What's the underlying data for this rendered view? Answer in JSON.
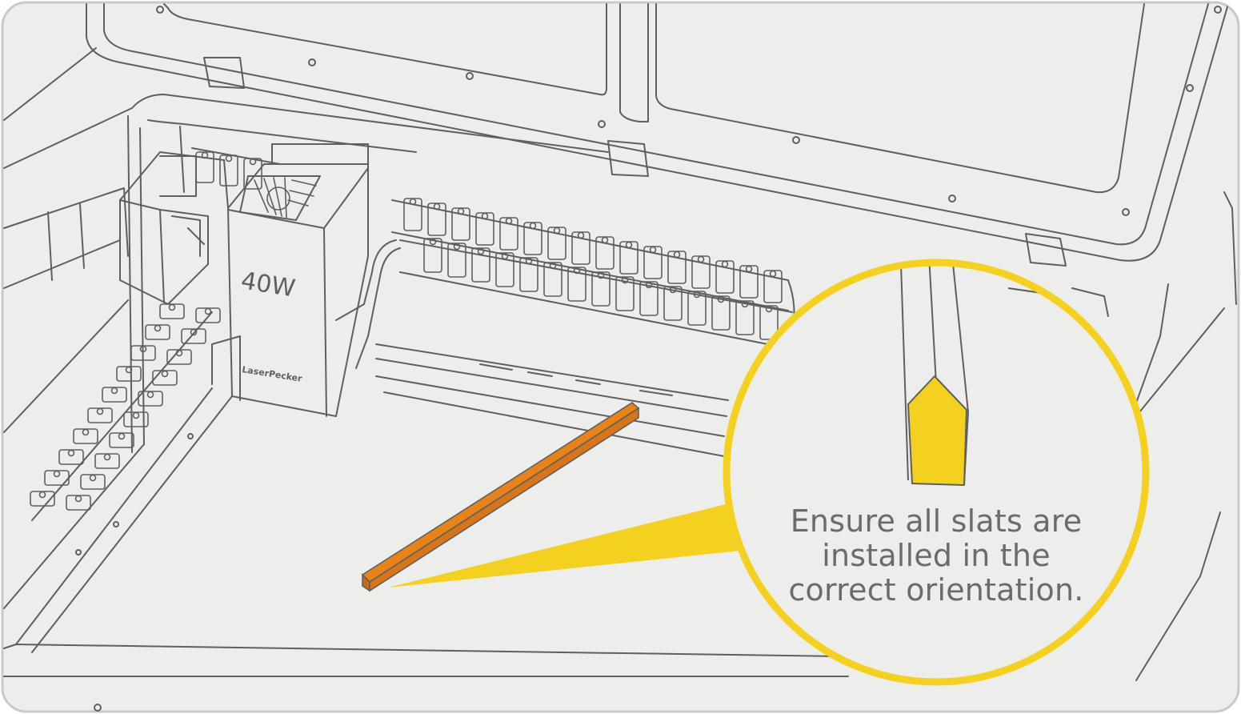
{
  "module": {
    "power_label": "40W",
    "brand_label": "LaserPecker"
  },
  "callout": {
    "lines": [
      "Ensure all slats are",
      "installed in the",
      "correct orientation."
    ]
  },
  "colors": {
    "background": "#ededec",
    "line": "#5f5f5f",
    "frame_border": "#c9c9c9",
    "slat_fill": "#e8821a",
    "callout_yellow": "#f4d121",
    "callout_fill": "#ededec",
    "text": "#6b6b6b"
  }
}
